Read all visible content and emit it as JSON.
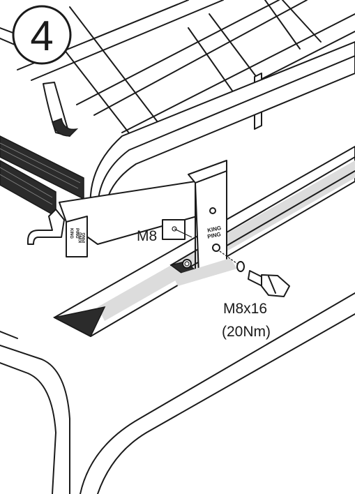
{
  "step": {
    "number": "4"
  },
  "labels": {
    "nut_size": "M8",
    "bolt_size": "M8x16",
    "torque": "(20Nm)"
  },
  "brand": {
    "mount_text_line1": "KING",
    "mount_text_line2": "PING",
    "endcap_text_line1": "KING",
    "endcap_text_line2": "PING",
    "endcap_text_line3": "KING",
    "endcap_text_line4": "PING"
  }
}
